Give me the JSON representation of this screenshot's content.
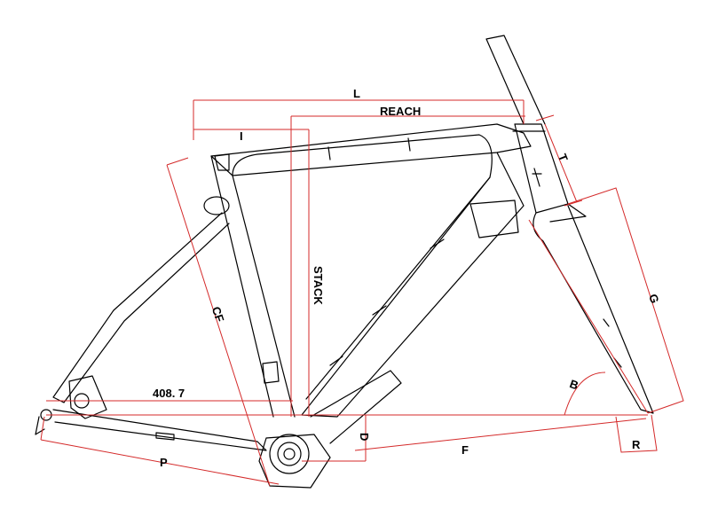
{
  "labels": {
    "l": "L",
    "reach": "REACH",
    "i": "I",
    "t": "T",
    "stack": "STACK",
    "g": "G",
    "cf": "CF",
    "value": "408. 7",
    "b": "B",
    "d": "D",
    "p": "P",
    "f": "F",
    "r": "R"
  },
  "colors": {
    "dimension": "#d42a2a",
    "frame": "#000000"
  }
}
